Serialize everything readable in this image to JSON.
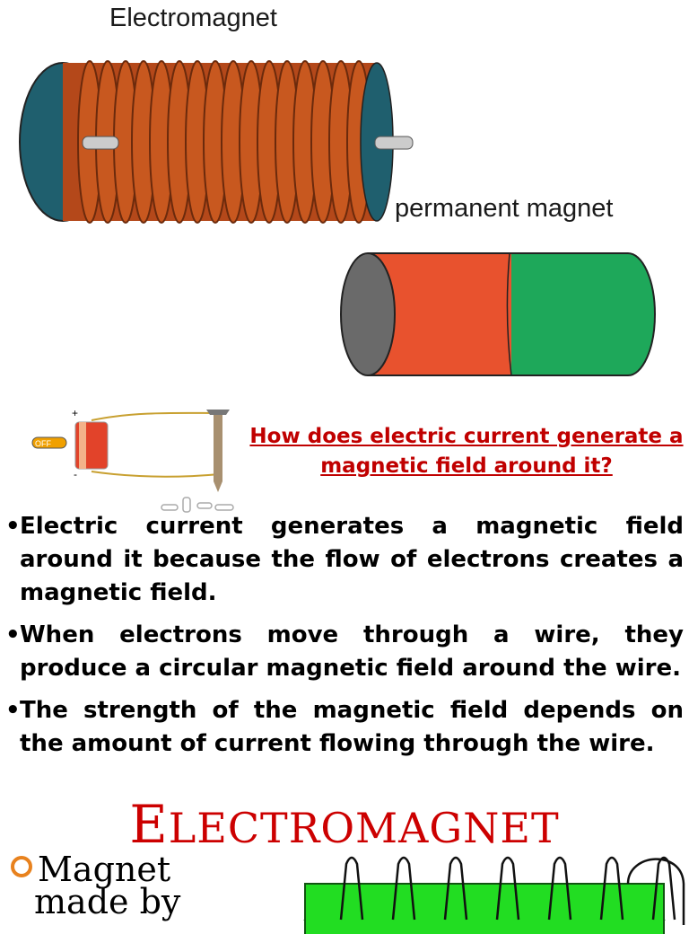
{
  "top_illustration": {
    "title": "Electromagnet",
    "permanent_label": "permanent magnet",
    "coil_color": "#c8581f",
    "core_color": "#1f5f6e",
    "magnet_red": "#e8522e",
    "magnet_green": "#1ea85a"
  },
  "circuit": {
    "switch_label": "OFF",
    "plus": "+",
    "minus": "-"
  },
  "question": "How does electric current generate a magnetic field around it?",
  "bullets": [
    {
      "marker": "•",
      "text": "Electric current generates a magnetic field around it because the flow of electrons creates a magnetic field."
    },
    {
      "marker": "•",
      "text": "When electrons move through a wire, they produce a circular magnetic field around the wire."
    },
    {
      "marker": "•",
      "text": "The strength of the magnetic field depends on the amount of current flowing through the wire."
    }
  ],
  "section": {
    "title_first": "E",
    "title_rest": "LECTROMAGNET",
    "bullet_line1": "Magnet",
    "bullet_line2": "made by"
  }
}
